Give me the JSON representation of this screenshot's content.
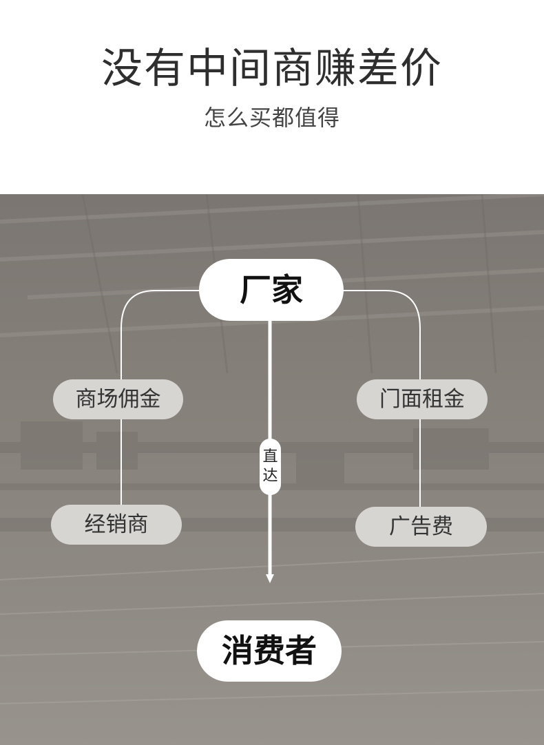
{
  "header": {
    "title": "没有中间商赚差价",
    "subtitle": "怎么买都值得"
  },
  "diagram": {
    "source": "厂家",
    "target": "消费者",
    "direct_label": "直达",
    "left_costs": [
      "商场佣金",
      "经销商"
    ],
    "right_costs": [
      "门面租金",
      "广告费"
    ]
  },
  "colors": {
    "background_overlay": "#858079",
    "pill_main": "#ffffff",
    "pill_cost": "#d7d5d2",
    "line": "#ffffff"
  }
}
